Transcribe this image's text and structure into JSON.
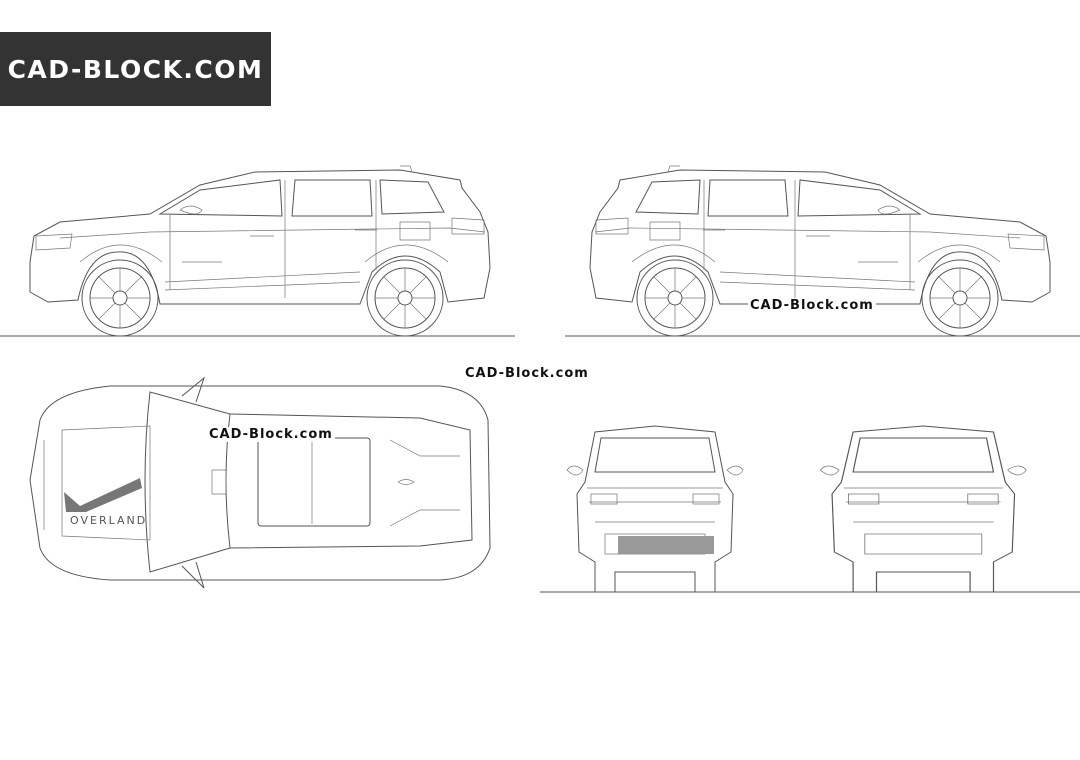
{
  "logo": {
    "text": "CAD-BLOCK.COM"
  },
  "watermarks": [
    "CAD-Block.com",
    "CAD-Block.com",
    "CAD-Block.com"
  ],
  "hood_decal": "OVERLAND",
  "colors": {
    "logo_bg": "#333333",
    "line": "#555555"
  }
}
